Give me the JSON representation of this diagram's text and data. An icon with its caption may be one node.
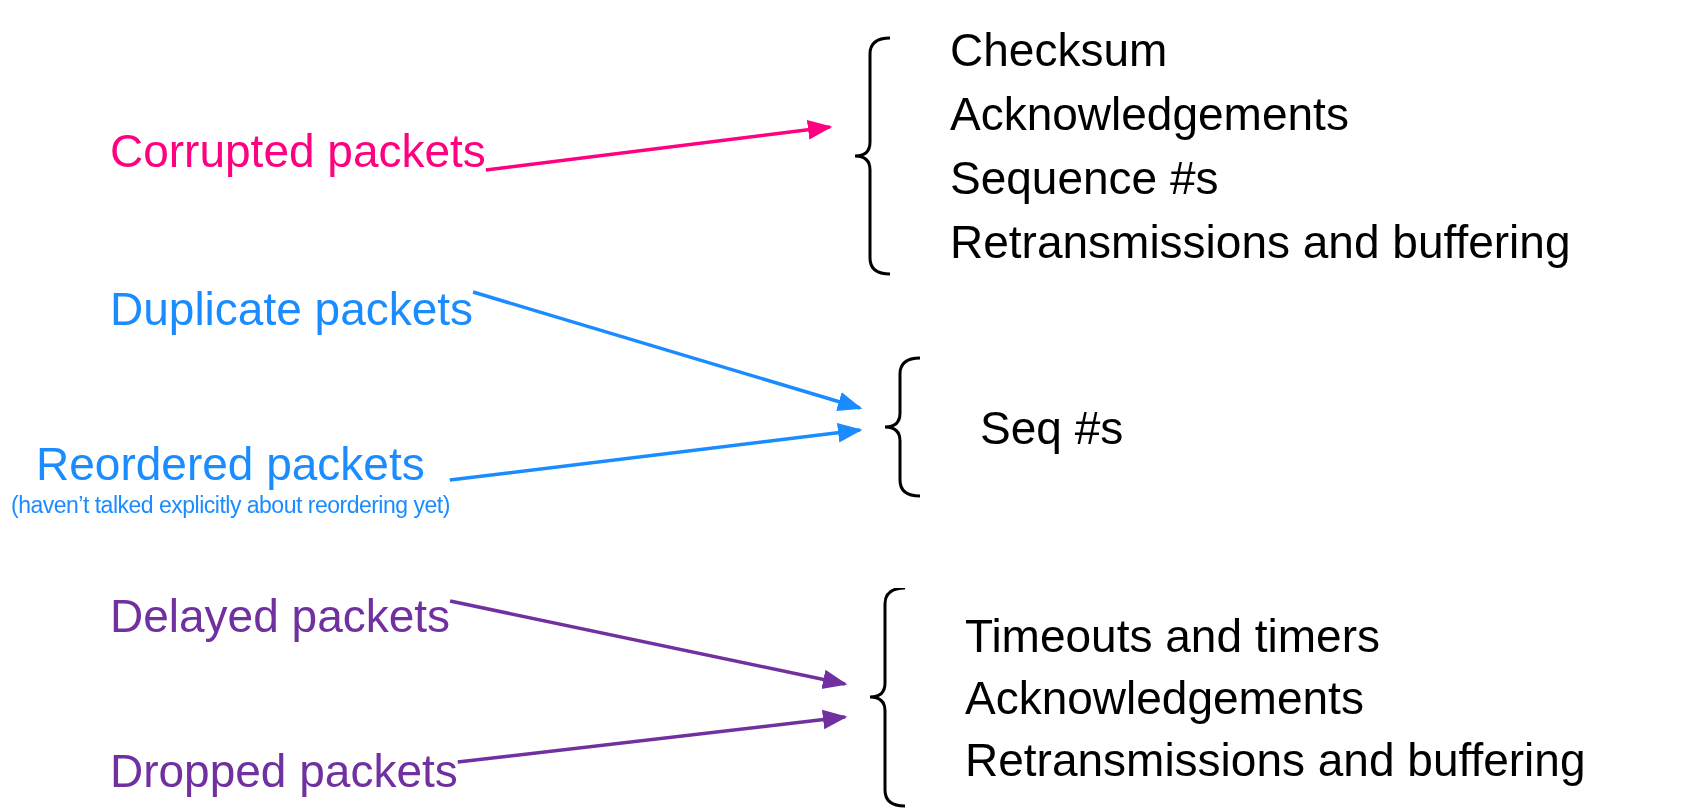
{
  "diagram": {
    "nodes": [
      {
        "text": [
          "Corrupted packets"
        ]
      },
      {
        "text": [
          "Duplicate packets"
        ]
      },
      {
        "text": [
          "Reordered packets"
        ],
        "beside": [
          "(haven’t talked explicitly about reordering yet)"
        ]
      },
      {
        "text": [
          "Delayed packets"
        ]
      },
      {
        "text": [
          "Dropped packets"
        ]
      },
      {
        "text": [
          "Checksum",
          "Acknowledgements",
          "Sequence #s",
          "Retransmissions and buffering"
        ]
      },
      {
        "text": [
          "Seq #s"
        ]
      },
      {
        "text": [
          "Timeouts and timers",
          "Acknowledgements",
          "Retransmissions and buffering"
        ]
      }
    ],
    "edges": [
      {
        "from": 0,
        "to": 5,
        "arrow": "to",
        "color": "#ff0080"
      },
      {
        "from": 1,
        "to": 6,
        "arrow": "to",
        "color": "#1a8cff"
      },
      {
        "from": 2,
        "to": 6,
        "arrow": "to",
        "color": "#1a8cff"
      },
      {
        "from": 3,
        "to": 7,
        "arrow": "to",
        "color": "#7030a0"
      },
      {
        "from": 4,
        "to": 7,
        "arrow": "to",
        "color": "#7030a0"
      }
    ]
  }
}
